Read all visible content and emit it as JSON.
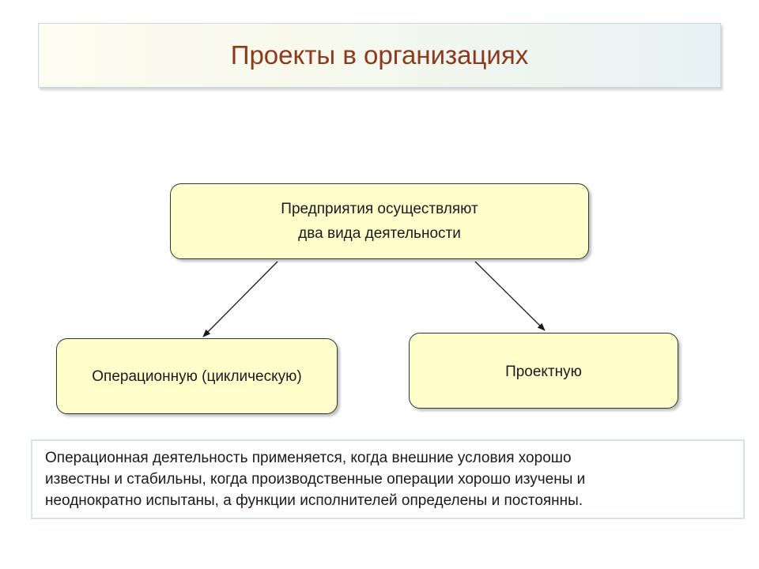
{
  "title": "Проекты в организациях",
  "diagram": {
    "root": {
      "line1": "Предприятия осуществляют",
      "line2": "два вида деятельности"
    },
    "left_child": {
      "label": "Операционную (циклическую)"
    },
    "right_child": {
      "label": "Проектную"
    }
  },
  "note": {
    "line1": "Операционная деятельность применяется, когда внешние условия хорошо",
    "line2": "известны и стабильны, когда производственные операции хорошо изучены и",
    "line3": "неоднократно испытаны, а функции исполнителей определены и постоянны."
  },
  "colors": {
    "title_text": "#8a3a1e",
    "node_fill": "#ffffcc",
    "node_border": "#333333"
  }
}
